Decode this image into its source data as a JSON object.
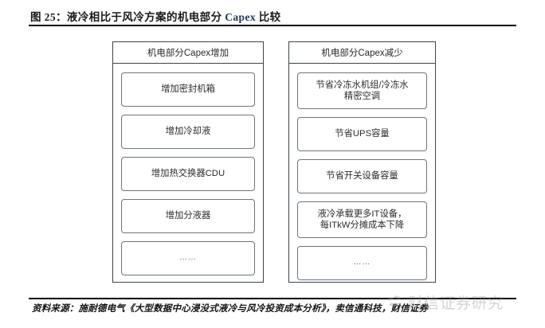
{
  "figure": {
    "label": "图 25：",
    "title_before": "液冷相比于风冷方案的机电部分 ",
    "title_accent": "Capex",
    "title_after": " 比较",
    "accent_color": "#1f3864"
  },
  "diagram": {
    "columns": [
      {
        "id": "increase",
        "header": "机电部分Capex增加",
        "items": [
          {
            "text": "增加密封机箱",
            "lines": 1
          },
          {
            "text": "增加冷却液",
            "lines": 1
          },
          {
            "text": "增加热交换器CDU",
            "lines": 1
          },
          {
            "text": "增加分液器",
            "lines": 1
          },
          {
            "text": "……",
            "lines": 1,
            "ellipsis": true
          }
        ]
      },
      {
        "id": "decrease",
        "header": "机电部分Capex减少",
        "items": [
          {
            "text": "节省冷冻水机组/冷冻水\n精密空调",
            "lines": 2
          },
          {
            "text": "节省UPS容量",
            "lines": 1
          },
          {
            "text": "节省开关设备容量",
            "lines": 1
          },
          {
            "text": "液冷承载更多IT设备，\n每ITkW分摊成本下降",
            "lines": 2
          },
          {
            "text": "……",
            "lines": 1,
            "ellipsis": true
          }
        ]
      }
    ]
  },
  "footer": {
    "source": "资料来源：施耐德电气《大型数据中心浸没式液冷与风冷投资成本分析》，卖信通科技，财信证券"
  },
  "watermark": {
    "text": "财信证券研究",
    "color": "#9aa1ab"
  }
}
